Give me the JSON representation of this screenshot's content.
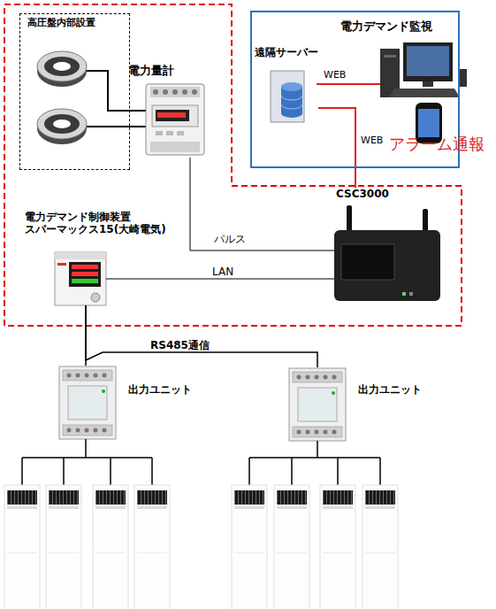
{
  "diagram": {
    "nodes": [
      {
        "text": [
          "高圧盤内部設置"
        ]
      },
      {
        "text": [
          "電力量計"
        ]
      },
      {
        "text": [
          "電力デマンド監視"
        ]
      },
      {
        "text": [
          "遠隔サーバー"
        ],
        "in": 2
      },
      {
        "text": [
          "CSC3000"
        ]
      },
      {
        "text": [
          "電力デマンド制御装置 スパーマックス15(大崎電気)"
        ]
      },
      {
        "text": [
          "出力ユニット"
        ]
      },
      {
        "text": [
          "出力ユニット"
        ]
      }
    ],
    "edges": [
      {
        "from": 1,
        "to": 4,
        "label": "パルス",
        "arrow": "none"
      },
      {
        "from": 5,
        "to": 4,
        "label": "LAN",
        "arrow": "none"
      },
      {
        "from": 3,
        "to": 4,
        "label": "WEB",
        "arrow": "none"
      },
      {
        "from": 5,
        "to": 6,
        "arrow": "none"
      },
      {
        "from": 5,
        "to": 7,
        "label": "RS485通信",
        "arrow": "none"
      }
    ],
    "labels": [
      "WEB",
      "アラーム通報"
    ]
  }
}
